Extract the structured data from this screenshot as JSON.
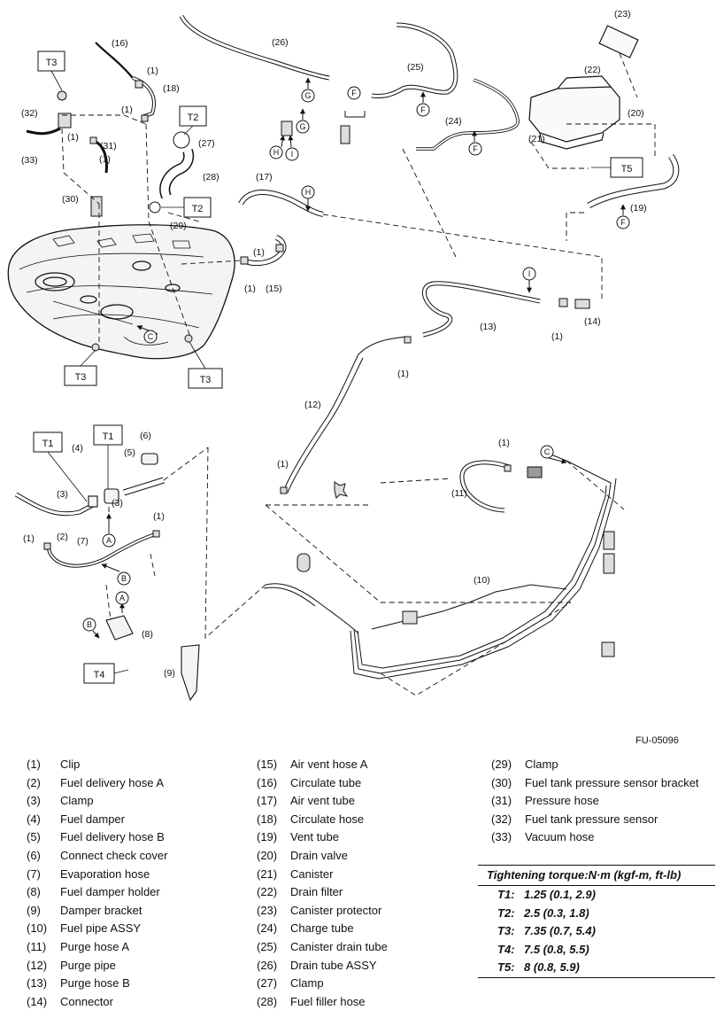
{
  "figure_code": "FU-05096",
  "torque_boxes": [
    "T1",
    "T2",
    "T3",
    "T4",
    "T5"
  ],
  "callouts": [
    "(1)",
    "(2)",
    "(3)",
    "(4)",
    "(5)",
    "(6)",
    "(7)",
    "(8)",
    "(9)",
    "(10)",
    "(11)",
    "(12)",
    "(13)",
    "(14)",
    "(15)",
    "(16)",
    "(17)",
    "(18)",
    "(19)",
    "(20)",
    "(21)",
    "(22)",
    "(23)",
    "(24)",
    "(25)",
    "(26)",
    "(27)",
    "(28)",
    "(29)",
    "(30)",
    "(31)",
    "(32)",
    "(33)"
  ],
  "connection_markers": [
    "A",
    "B",
    "C",
    "F",
    "G",
    "H",
    "I"
  ],
  "legend": {
    "col1": [
      {
        "num": "(1)",
        "name": "Clip"
      },
      {
        "num": "(2)",
        "name": "Fuel delivery hose A"
      },
      {
        "num": "(3)",
        "name": "Clamp"
      },
      {
        "num": "(4)",
        "name": "Fuel damper"
      },
      {
        "num": "(5)",
        "name": "Fuel delivery hose B"
      },
      {
        "num": "(6)",
        "name": "Connect check cover"
      },
      {
        "num": "(7)",
        "name": "Evaporation hose"
      },
      {
        "num": "(8)",
        "name": "Fuel damper holder"
      },
      {
        "num": "(9)",
        "name": "Damper bracket"
      },
      {
        "num": "(10)",
        "name": "Fuel pipe ASSY"
      },
      {
        "num": "(11)",
        "name": "Purge hose A"
      },
      {
        "num": "(12)",
        "name": "Purge pipe"
      },
      {
        "num": "(13)",
        "name": "Purge hose B"
      },
      {
        "num": "(14)",
        "name": "Connector"
      }
    ],
    "col2": [
      {
        "num": "(15)",
        "name": "Air vent hose A"
      },
      {
        "num": "(16)",
        "name": "Circulate tube"
      },
      {
        "num": "(17)",
        "name": "Air vent tube"
      },
      {
        "num": "(18)",
        "name": "Circulate hose"
      },
      {
        "num": "(19)",
        "name": "Vent tube"
      },
      {
        "num": "(20)",
        "name": "Drain valve"
      },
      {
        "num": "(21)",
        "name": "Canister"
      },
      {
        "num": "(22)",
        "name": "Drain filter"
      },
      {
        "num": "(23)",
        "name": "Canister protector"
      },
      {
        "num": "(24)",
        "name": "Charge tube"
      },
      {
        "num": "(25)",
        "name": "Canister drain tube"
      },
      {
        "num": "(26)",
        "name": "Drain tube ASSY"
      },
      {
        "num": "(27)",
        "name": "Clamp"
      },
      {
        "num": "(28)",
        "name": "Fuel filler hose"
      }
    ],
    "col3": [
      {
        "num": "(29)",
        "name": "Clamp"
      },
      {
        "num": "(30)",
        "name": "Fuel tank pressure sensor bracket"
      },
      {
        "num": "(31)",
        "name": "Pressure hose"
      },
      {
        "num": "(32)",
        "name": "Fuel tank pressure sensor"
      },
      {
        "num": "(33)",
        "name": "Vacuum hose"
      }
    ]
  },
  "torque": {
    "title": "Tightening torque:N·m (kgf-m, ft-lb)",
    "rows": [
      {
        "key": "T1:",
        "value": "1.25 (0.1, 2.9)"
      },
      {
        "key": "T2:",
        "value": "2.5 (0.3, 1.8)"
      },
      {
        "key": "T3:",
        "value": "7.35 (0.7, 5.4)"
      },
      {
        "key": "T4:",
        "value": "7.5 (0.8, 5.5)"
      },
      {
        "key": "T5:",
        "value": "8 (0.8, 5.9)"
      }
    ]
  }
}
